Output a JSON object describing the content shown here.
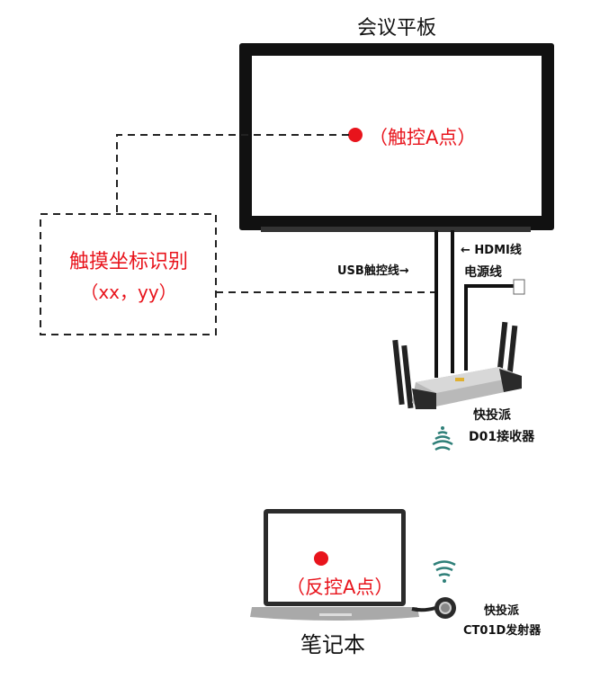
{
  "title": "会议平板",
  "panel_point_label": "（触控A点）",
  "touch_box": {
    "line1": "触摸坐标识别",
    "line2": "（xx，yy）"
  },
  "cables": {
    "hdmi": "← HDMI线",
    "usb": "USB触控线→",
    "power": "电源线"
  },
  "receiver": {
    "brand": "快投派",
    "model": "D01接收器"
  },
  "laptop": {
    "point_label": "（反控A点）",
    "label": "笔记本"
  },
  "transmitter": {
    "brand": "快投派",
    "model": "CT01D发射器"
  },
  "colors": {
    "accent_red": "#e8141c",
    "wifi_teal": "#2e7f78"
  }
}
